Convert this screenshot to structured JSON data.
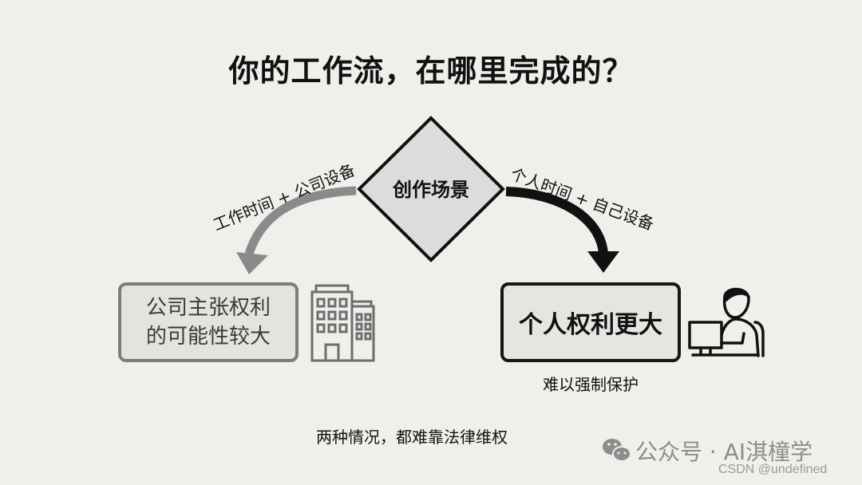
{
  "title": "你的工作流，在哪里完成的？",
  "center_node": {
    "label": "创作场景",
    "shape": "diamond",
    "fill": "#dcdcda",
    "stroke": "#111111"
  },
  "left_branch": {
    "edge_label": "工作时间 + 公司设备",
    "arrow_color": "#8a8a8a",
    "result_line1": "公司主张权利",
    "result_line2": "的可能性较大",
    "icon": "office-building-icon"
  },
  "right_branch": {
    "edge_label": "个人时间 + 自己设备",
    "arrow_color": "#111111",
    "result": "个人权利更大",
    "sub_note": "难以强制保护",
    "icon": "person-at-computer-icon"
  },
  "footer": {
    "note": "两种情况，都难靠法律维权",
    "watermark": "公众号 · AI淇橦学",
    "watermark_icon": "wechat-icon",
    "csdn": "CSDN @undefined"
  }
}
